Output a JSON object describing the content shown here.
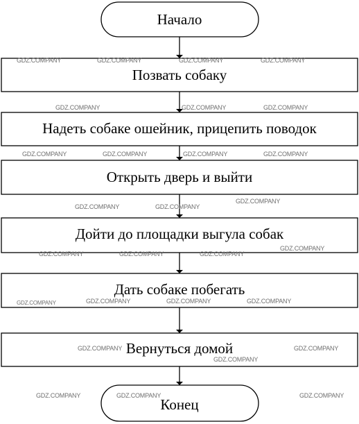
{
  "flowchart": {
    "start": "Начало",
    "steps": [
      "Позвать собаку",
      "Надеть собаке ошейник, прицепить поводок",
      "Открыть дверь и выйти",
      "Дойти до площадки выгула собак",
      "Дать собаке побегать",
      "Вернуться домой"
    ],
    "end": "Конец"
  },
  "watermark": "GDZ.COMPANY"
}
